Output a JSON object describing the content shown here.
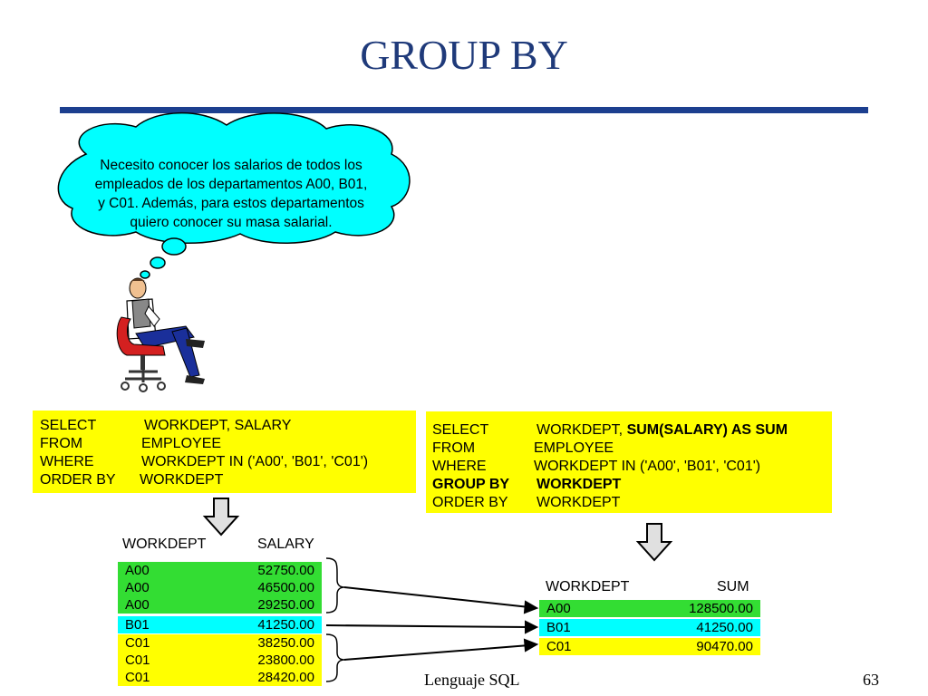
{
  "slide": {
    "title": "GROUP BY",
    "thought_bubble": [
      "Necesito conocer los salarios de todos los",
      "empleados de los departamentos  A00, B01,",
      "y C01. Además, para estos departamentos",
      "quiero conocer su masa salarial."
    ],
    "footer_left": "Lenguaje SQL",
    "footer_right": "63"
  },
  "query_left": {
    "lines": [
      {
        "kw": "SELECT",
        "arg": "WORKDEPT, SALARY"
      },
      {
        "kw": "FROM",
        "arg": "EMPLOYEE"
      },
      {
        "kw": "WHERE",
        "arg": "WORKDEPT IN ('A00', 'B01', 'C01')"
      },
      {
        "kw": "ORDER BY",
        "arg": "WORKDEPT"
      }
    ]
  },
  "query_right": {
    "lines": [
      {
        "kw": "SELECT",
        "arg_plain": "WORKDEPT, ",
        "arg_bold": "SUM(SALARY)  AS SUM"
      },
      {
        "kw": "FROM",
        "arg": "EMPLOYEE"
      },
      {
        "kw": "WHERE",
        "arg": "WORKDEPT IN ('A00', 'B01', 'C01')"
      },
      {
        "kw": "GROUP BY",
        "arg": "WORKDEPT"
      },
      {
        "kw": "ORDER BY",
        "arg": "WORKDEPT"
      }
    ]
  },
  "result_left": {
    "headers": [
      "WORKDEPT",
      "SALARY"
    ],
    "rows": [
      [
        "A00",
        "52750.00"
      ],
      [
        "A00",
        "46500.00"
      ],
      [
        "A00",
        "29250.00"
      ],
      [
        "B01",
        "41250.00"
      ],
      [
        "C01",
        "38250.00"
      ],
      [
        "C01",
        "23800.00"
      ],
      [
        "C01",
        "28420.00"
      ]
    ]
  },
  "result_right": {
    "headers": [
      "WORKDEPT",
      "SUM"
    ],
    "rows": [
      [
        "A00",
        "128500.00"
      ],
      [
        "B01",
        "41250.00"
      ],
      [
        "C01",
        "90470.00"
      ]
    ]
  },
  "colors": {
    "title": "#1f3a7a",
    "rule": "#1c3f8f",
    "sql_bg": "#ffff00",
    "group_a00": "#33dd33",
    "group_b01": "#00ffff",
    "group_c01": "#ffff00",
    "bubble_fill": "#00ffff"
  }
}
